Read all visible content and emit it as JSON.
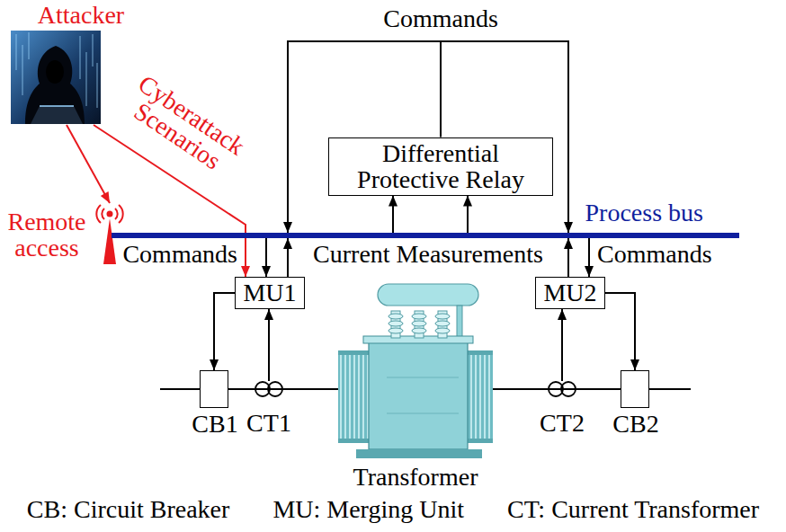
{
  "diagram": {
    "nodes": [
      {
        "text": [
          "Attacker"
        ]
      },
      {
        "text": [
          "Differential Protective Relay"
        ]
      },
      {
        "text": [
          "Remote access"
        ]
      },
      {
        "text": [
          "Process bus"
        ]
      },
      {
        "text": [
          "MU1"
        ]
      },
      {
        "text": [
          "MU2"
        ]
      },
      {
        "text": [
          "CB1"
        ]
      },
      {
        "text": [
          "CT1"
        ]
      },
      {
        "text": [
          "Transformer"
        ]
      },
      {
        "text": [
          "CT2"
        ]
      },
      {
        "text": [
          "CB2"
        ]
      }
    ],
    "edges": [
      {
        "from": 0,
        "to": 2,
        "arrow": "to"
      },
      {
        "from": 0,
        "to": 4,
        "arrow": "to"
      },
      {
        "from": 1,
        "to": 3,
        "arrow": "to"
      },
      {
        "from": 3,
        "to": 1,
        "arrow": "to"
      },
      {
        "from": 3,
        "to": 1,
        "arrow": "to"
      },
      {
        "from": 3,
        "to": 4,
        "arrow": "to"
      },
      {
        "from": 4,
        "to": 3,
        "arrow": "to"
      },
      {
        "from": 5,
        "to": 3,
        "arrow": "to"
      },
      {
        "from": 3,
        "to": 5,
        "arrow": "to"
      },
      {
        "from": 4,
        "to": 6,
        "arrow": "to"
      },
      {
        "from": 7,
        "to": 4,
        "arrow": "to"
      },
      {
        "from": 5,
        "to": 10,
        "arrow": "to"
      },
      {
        "from": 9,
        "to": 5,
        "arrow": "to"
      },
      {
        "from": 6,
        "to": 7,
        "arrow": "none"
      },
      {
        "from": 7,
        "to": 8,
        "arrow": "none"
      },
      {
        "from": 8,
        "to": 9,
        "arrow": "none"
      },
      {
        "from": 9,
        "to": 10,
        "arrow": "none"
      }
    ],
    "labels": [
      "Commands",
      "Cyberattack Scenarios",
      "Commands",
      "Current Measurements",
      "Commands",
      "CB: Circuit Breaker",
      "MU: Merging Unit",
      "CT: Current Transformer"
    ]
  }
}
